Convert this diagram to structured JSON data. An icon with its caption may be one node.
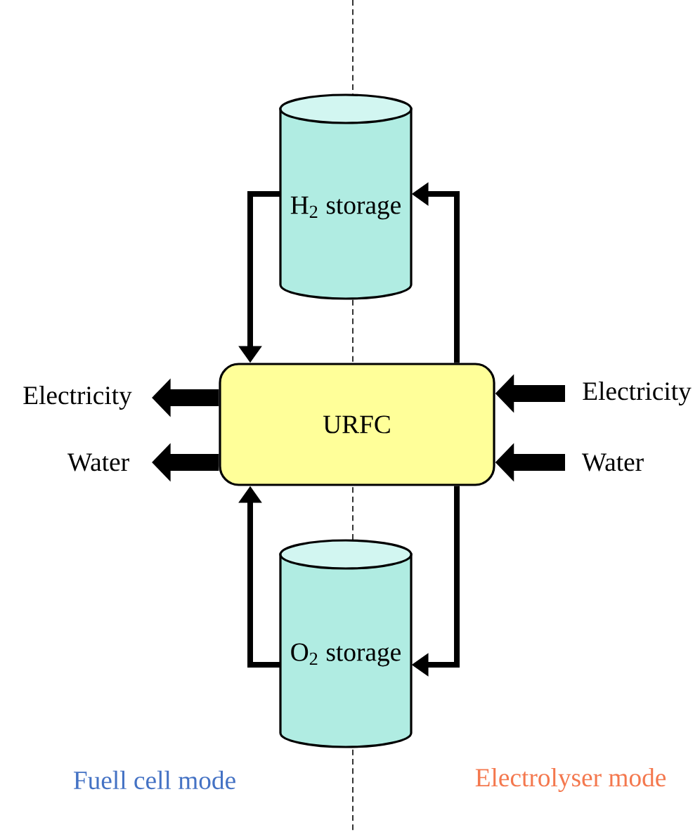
{
  "diagram": {
    "nodes": [
      {
        "text": [
          "H$_{2}$ storage"
        ]
      },
      {
        "text": [
          "URFC"
        ]
      },
      {
        "text": [
          "O$_{2}$ storage"
        ]
      },
      {
        "text": [
          "Electricity"
        ]
      },
      {
        "text": [
          "Water"
        ]
      },
      {
        "text": [
          "Electricity"
        ]
      },
      {
        "text": [
          "Water"
        ]
      }
    ],
    "edges": [
      {
        "from": 0,
        "to": 1,
        "arrow": "to"
      },
      {
        "from": 1,
        "to": 0,
        "arrow": "to"
      },
      {
        "from": 2,
        "to": 1,
        "arrow": "to"
      },
      {
        "from": 1,
        "to": 2,
        "arrow": "to"
      },
      {
        "from": 1,
        "to": 3,
        "arrow": "to",
        "style": "thick"
      },
      {
        "from": 1,
        "to": 4,
        "arrow": "to",
        "style": "thick"
      },
      {
        "from": 5,
        "to": 1,
        "arrow": "to",
        "style": "thick"
      },
      {
        "from": 6,
        "to": 1,
        "arrow": "to",
        "style": "thick"
      }
    ],
    "labels": [
      "Fuell cell mode",
      "Electrolyser mode"
    ]
  }
}
